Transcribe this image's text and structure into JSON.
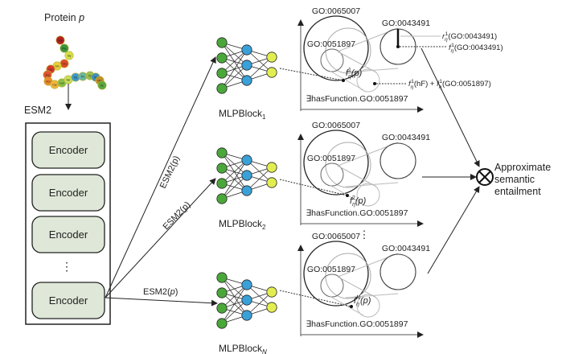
{
  "protein": {
    "title": "Protein",
    "title_var": "p",
    "residues": [
      {
        "label": "Asp",
        "color": "#b52020"
      },
      {
        "label": "Phe",
        "color": "#3a9a3a"
      },
      {
        "label": "Gly",
        "color": "#d8e04a"
      },
      {
        "label": "Glu",
        "color": "#e04b2a"
      },
      {
        "label": "Gln",
        "color": "#e8d23a"
      },
      {
        "label": "Glu",
        "color": "#d83a2a"
      },
      {
        "label": "Arg",
        "color": "#e3552f"
      },
      {
        "label": "Asn",
        "color": "#f08a2a"
      },
      {
        "label": "Cys",
        "color": "#f4b63a"
      },
      {
        "label": "Leu",
        "color": "#8ac04a"
      },
      {
        "label": "Ser",
        "color": "#c8e05a"
      },
      {
        "label": "Trp",
        "color": "#3a9ad0"
      },
      {
        "label": "Thr",
        "color": "#6ab8a0"
      },
      {
        "label": "Tyr",
        "color": "#9ac050"
      },
      {
        "label": "Val",
        "color": "#3a90c0"
      },
      {
        "label": "Met",
        "color": "#c09030"
      },
      {
        "label": "Ile",
        "color": "#5aa840"
      }
    ]
  },
  "esm2": {
    "title": "ESM2",
    "encoders": [
      "Encoder",
      "Encoder",
      "Encoder",
      "Encoder"
    ],
    "ellipsis": "⋮",
    "encoder_fill": "#dfe8d8"
  },
  "arrows": {
    "labels": [
      "ESM2(p)",
      "ESM2(p)",
      "ESM2(p)"
    ]
  },
  "mlp_blocks": [
    {
      "name": "MLPBlock",
      "sub": "1"
    },
    {
      "name": "MLPBlock",
      "sub": "2"
    },
    {
      "name": "MLPBlock",
      "sub": "N"
    }
  ],
  "mlp_colors": {
    "input": "#4aa83a",
    "hidden": "#3aa0d8",
    "output": "#e2ee50"
  },
  "panels": [
    {
      "go_outer": "GO:0065007",
      "go_right": "GO:0043491",
      "go_inner": "GO:0051897",
      "f_label": "f",
      "f_sub": "η",
      "f_sup": "1",
      "f_arg": "(p)",
      "exists": "∃hasFunction.GO:0051897",
      "r_annot": "(GO:0043491)",
      "f_annot": "(GO:0043491)",
      "sum_annot_a": "(hF) + ",
      "sum_annot_b": "(GO:0051897)"
    },
    {
      "go_outer": "GO:0065007",
      "go_right": "GO:0043491",
      "go_inner": "GO:0051897",
      "f_label": "f",
      "f_sub": "η",
      "f_sup": "2",
      "f_arg": "(p)",
      "exists": "∃hasFunction.GO:0051897"
    },
    {
      "go_outer": "GO:0065007",
      "go_right": "GO:0043491",
      "go_inner": "GO:0051897",
      "f_label": "f",
      "f_sub": "η",
      "f_sup": "N",
      "f_arg": "(p)",
      "exists": "∃hasFunction.GO:0051897"
    }
  ],
  "annot_letters": {
    "r": "r",
    "f": "f"
  },
  "panel_ellipsis": "⋮",
  "output": {
    "symbol": "⊗",
    "line1": "Approximate",
    "line2": "semantic",
    "line3": "entailment"
  }
}
